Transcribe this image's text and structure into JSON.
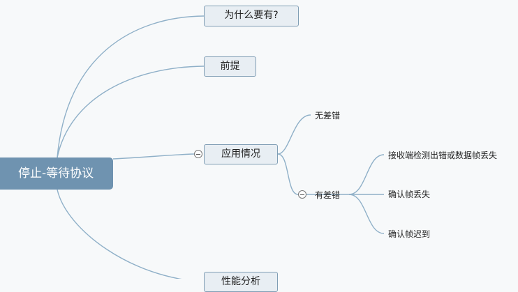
{
  "root": {
    "label": "停止-等待协议"
  },
  "branches": [
    {
      "label": "为什么要有?"
    },
    {
      "label": "前提"
    },
    {
      "label": "应用情况",
      "children": [
        {
          "label": "无差错"
        },
        {
          "label": "有差错",
          "children": [
            {
              "label": "接收端检测出错或数据帧丢失"
            },
            {
              "label": "确认帧丢失"
            },
            {
              "label": "确认帧迟到"
            }
          ]
        }
      ]
    },
    {
      "label": "性能分析"
    }
  ],
  "colors": {
    "root_fill": "#6f93b0",
    "node_fill": "#e8eef3",
    "node_border": "#7f9db4",
    "edge": "#8fb0c8"
  }
}
